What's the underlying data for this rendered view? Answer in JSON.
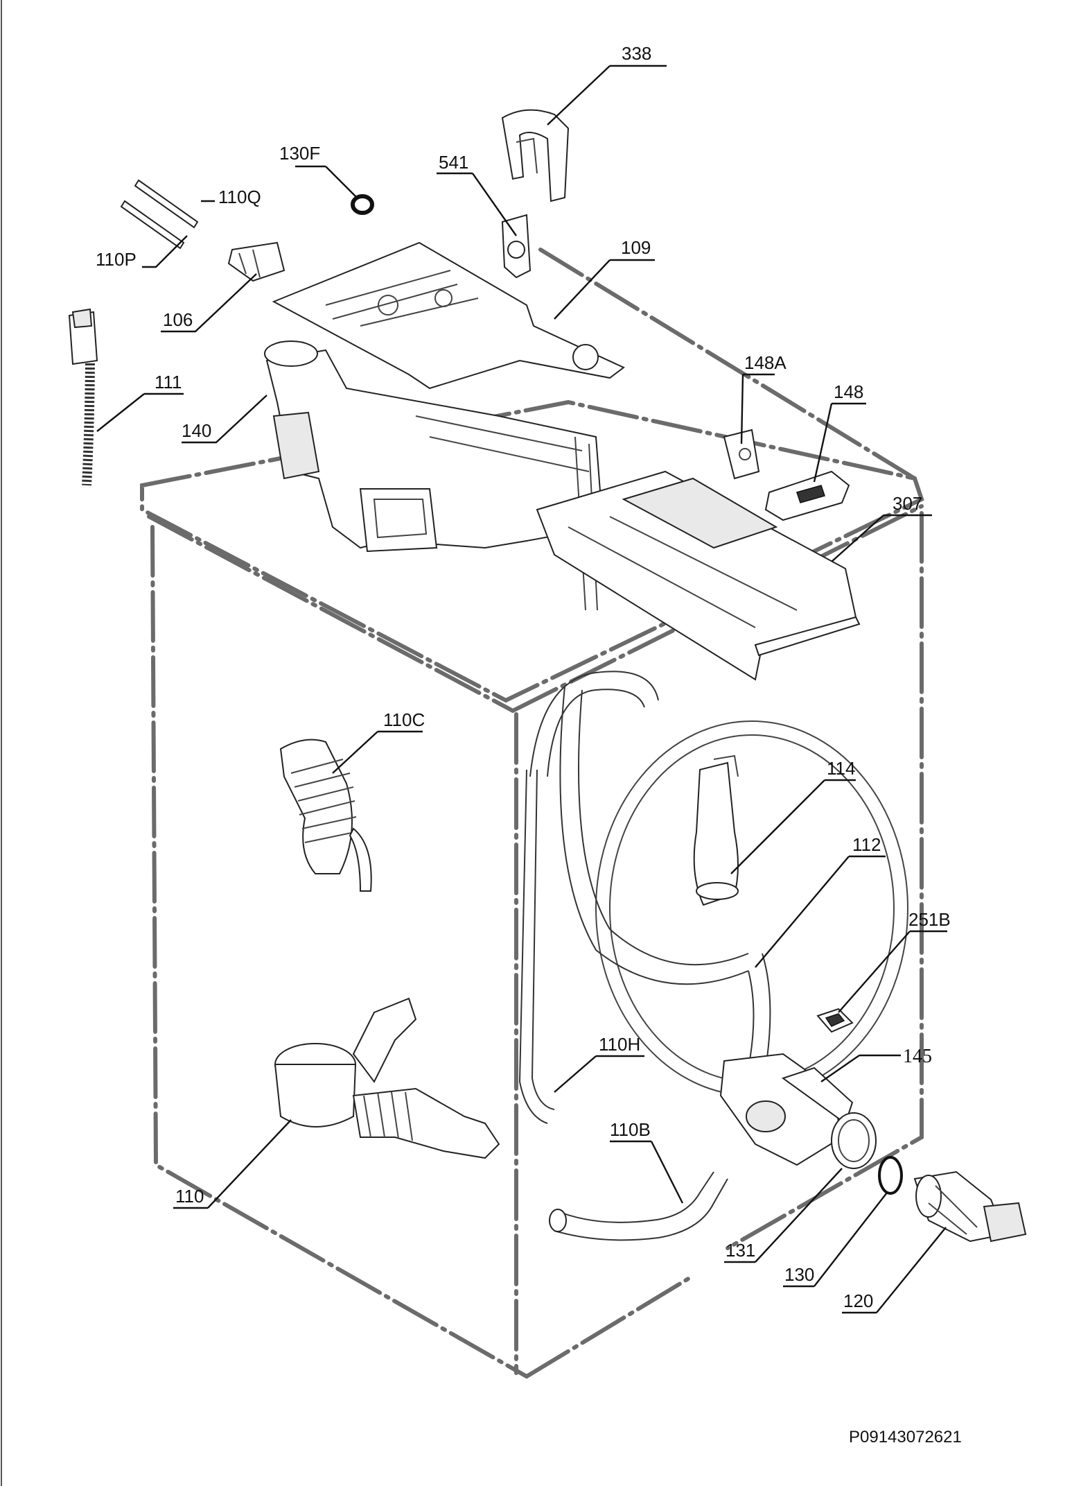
{
  "diagram": {
    "reference_code": "P09143072621",
    "part_labels": {
      "p338": "338",
      "p541": "541",
      "p130F": "130F",
      "p110Q": "110Q",
      "p110P": "110P",
      "p109": "109",
      "p106": "106",
      "p111": "111",
      "p140": "140",
      "p148A": "148A",
      "p148": "148",
      "p307": "307",
      "p110C": "110C",
      "p114": "114",
      "p112": "112",
      "p251B": "251B",
      "p145": "145",
      "p110H": "110H",
      "p110B": "110B",
      "p110": "110",
      "p131": "131",
      "p130": "130",
      "p120": "120"
    }
  }
}
